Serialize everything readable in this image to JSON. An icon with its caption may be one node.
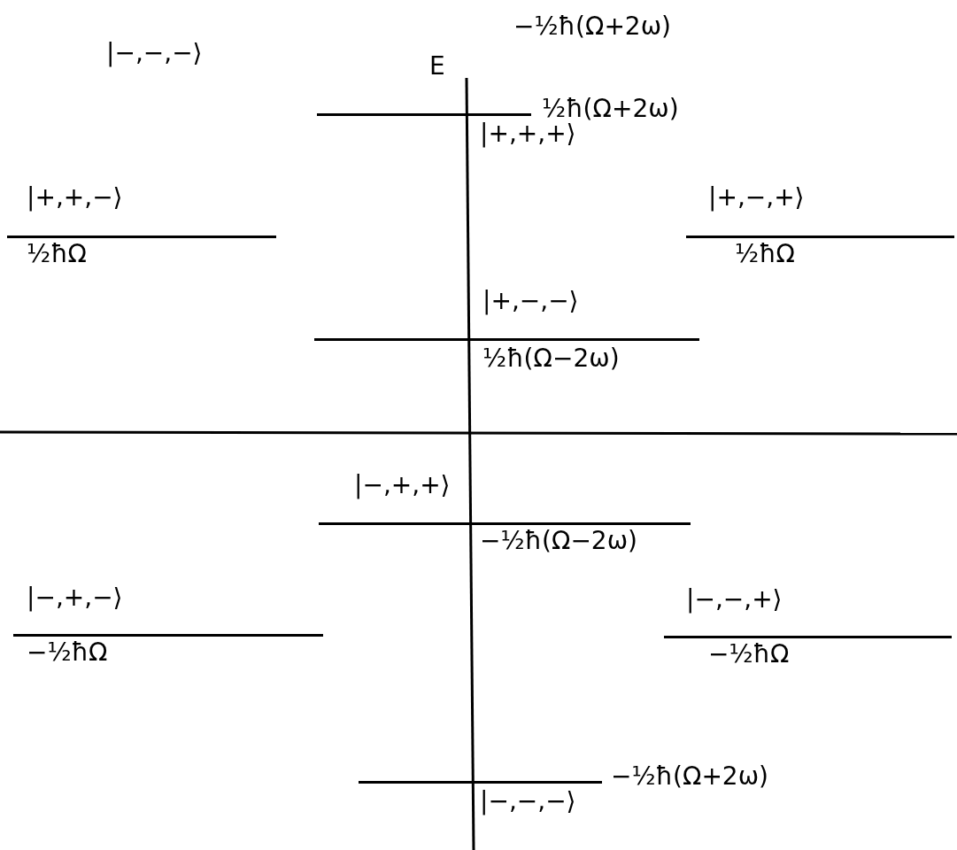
{
  "diagram": {
    "nodes": [
      {
        "text": [
          "½ħ(Ω+2ω)",
          "|+,+,+⟩"
        ]
      },
      {
        "text": [
          "|+,+,−⟩",
          "½ħΩ"
        ]
      },
      {
        "text": [
          "|+,−,+⟩",
          "½ħΩ"
        ]
      },
      {
        "text": [
          "|+,−,−⟩",
          "½ħ(Ω−2ω)"
        ]
      },
      {
        "text": [
          "|−,+,+⟩",
          "−½ħ(Ω−2ω)"
        ]
      },
      {
        "text": [
          "|−,+,−⟩",
          "−½ħΩ"
        ]
      },
      {
        "text": [
          "|−,−,+⟩",
          "−½ħΩ"
        ]
      },
      {
        "text": [
          "−½ħ(Ω+2ω)",
          "|−,−,−⟩"
        ]
      }
    ],
    "labels": [
      "|−,−,−⟩",
      "E",
      "−½ħ(Ω+2ω)"
    ]
  }
}
